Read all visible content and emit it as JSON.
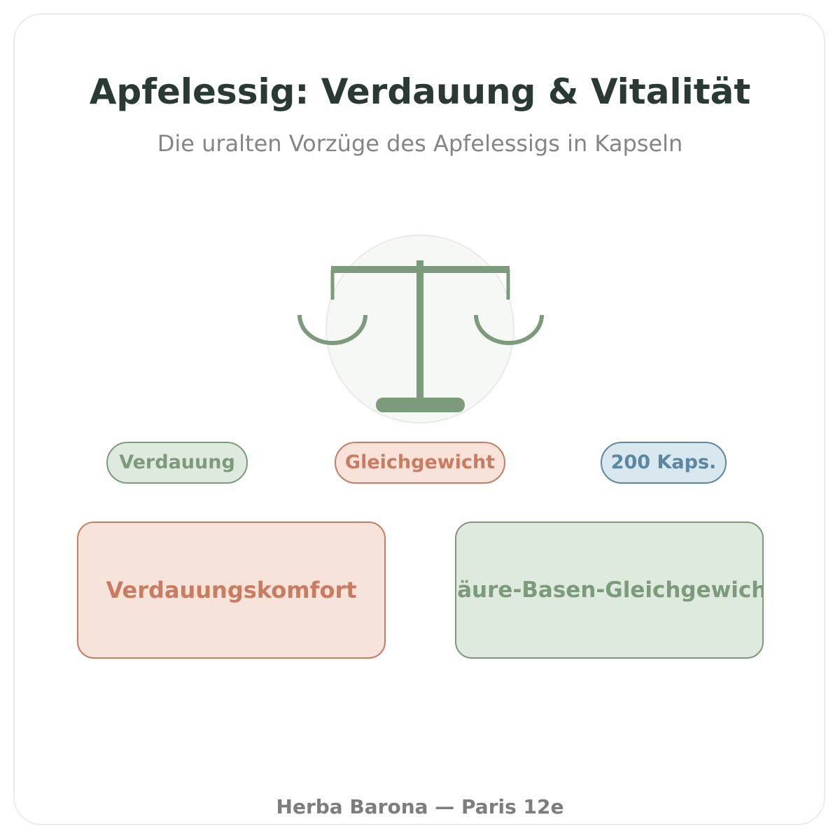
{
  "header": {
    "title": "Apfelessig: Verdauung & Vitalität",
    "subtitle": "Die uralten Vorzüge des Apfelessigs in Kapseln"
  },
  "illustration": {
    "icon": "balance-scale-icon",
    "color": "#7c9b7a",
    "background_color": "#f5f8f4"
  },
  "tags": [
    {
      "label": "Verdauung",
      "color": "#7c9b7a"
    },
    {
      "label": "Gleichgewicht",
      "color": "#c97c60"
    },
    {
      "label": "200 Kaps.",
      "color": "#5c87a1"
    }
  ],
  "benefits": [
    {
      "label": "Verdauungskomfort",
      "color": "#c97c60"
    },
    {
      "label": "Säure-Basen-Gleichgewicht",
      "color": "#7c9b7a"
    }
  ],
  "footer": {
    "text": "Herba Barona — Paris 12e"
  }
}
